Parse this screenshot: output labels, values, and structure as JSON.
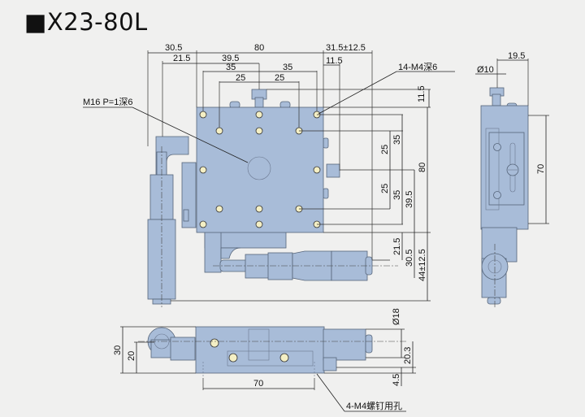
{
  "title": "■X23-80L",
  "colors": {
    "background": "#f0f0ef",
    "part_fill": "#a8bcd8",
    "part_stroke": "#56657a",
    "bolt_fill": "#f4efc4"
  },
  "top_view": {
    "dims_top": [
      "30.5",
      "80",
      "31.5±12.5",
      "21.5",
      "39.5",
      "11.5",
      "35",
      "35",
      "25",
      "25"
    ],
    "dims_right": [
      "11.5",
      "25",
      "35",
      "80",
      "25",
      "35",
      "39.5",
      "21.5",
      "30.5",
      "44±12.5"
    ],
    "callout_center": "M16 P=1深6",
    "callout_holes": "14-M4深6"
  },
  "side_view": {
    "dims": [
      "19.5",
      "Ø10",
      "70"
    ]
  },
  "front_view": {
    "dims": [
      "30",
      "20",
      "70",
      "Ø18",
      "20.3",
      "4.5"
    ],
    "callout_mount": "4-M4螺钉用孔"
  }
}
